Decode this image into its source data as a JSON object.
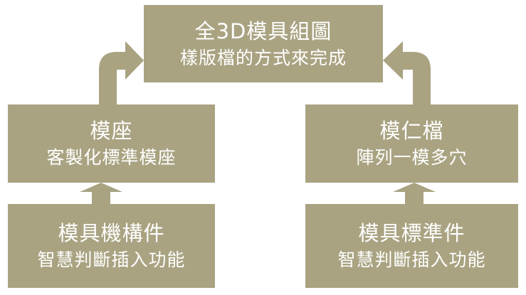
{
  "diagram": {
    "top": {
      "title": "全3D模具組圖",
      "subtitle": "樣版檔的方式來完成"
    },
    "left_mid": {
      "title": "模座",
      "subtitle": "客製化標準模座"
    },
    "right_mid": {
      "title": "模仁檔",
      "subtitle": "陣列一模多穴"
    },
    "left_bottom": {
      "title": "模具機構件",
      "subtitle": "智慧判斷插入功能"
    },
    "right_bottom": {
      "title": "模具標準件",
      "subtitle": "智慧判斷插入功能"
    },
    "colors": {
      "box_fill": "#a9a382",
      "text": "#ffffff"
    }
  }
}
